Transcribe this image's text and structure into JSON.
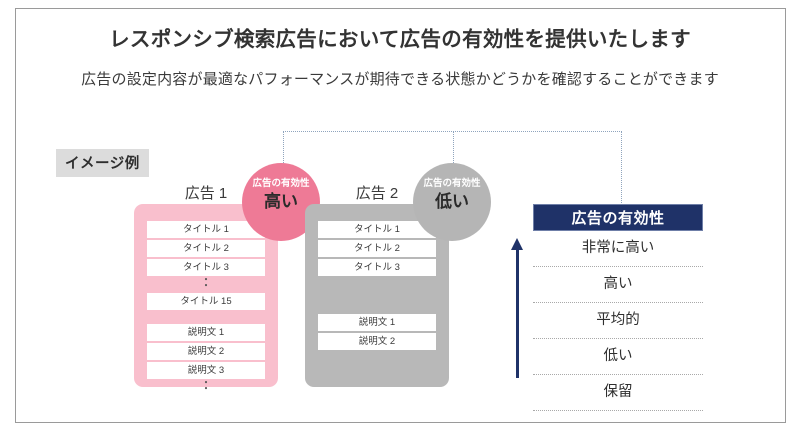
{
  "slide": {
    "title": "レスポンシブ検索広告において広告の有効性を提供いたします",
    "subtitle": "広告の設定内容が最適なパフォーマンスが期待できる状態かどうかを確認することができます",
    "example_tag": "イメージ例"
  },
  "ads": [
    {
      "heading": "広告 1",
      "badge_label": "広告の有効性",
      "badge_value": "高い",
      "card_color": "#f9bfcd",
      "badge_color": "#ee7a96",
      "titles": [
        "タイトル 1",
        "タイトル 2",
        "タイトル 3"
      ],
      "titles_last": "タイトル 15",
      "descriptions": [
        "説明文 1",
        "説明文 2",
        "説明文 3"
      ]
    },
    {
      "heading": "広告 2",
      "badge_label": "広告の有効性",
      "badge_value": "低い",
      "card_color": "#b8b8b8",
      "badge_color": "#b5b5b5",
      "titles": [
        "タイトル 1",
        "タイトル 2",
        "タイトル 3"
      ],
      "descriptions": [
        "説明文 1",
        "説明文 2"
      ]
    }
  ],
  "scale": {
    "header": "広告の有効性",
    "header_color": "#1f3268",
    "rows": [
      "非常に高い",
      "高い",
      "平均的",
      "低い",
      "保留"
    ]
  }
}
